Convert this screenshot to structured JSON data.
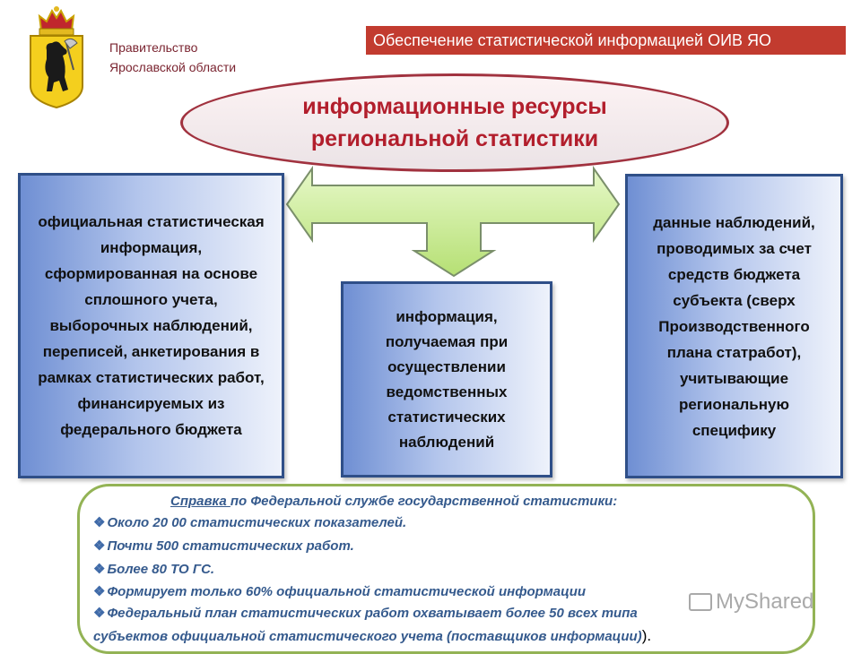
{
  "header": {
    "org_line1": "Правительство",
    "org_line2": "Ярославской области",
    "title": "Обеспечение статистической информацией ОИВ ЯО"
  },
  "center": {
    "line1": "информационные ресурсы",
    "line2": "региональной статистики"
  },
  "boxes": {
    "left": "официальная статистическая информация, сформированная на основе сплошного учета, выборочных наблюдений, переписей, анкетирования в рамках статистических работ, финансируемых из федерального бюджета",
    "middle": "информация, получаемая при осуществлении ведомственных статистических наблюдений",
    "right": "данные наблюдений, проводимых за счет средств бюджета субъекта (сверх Производственного плана статработ), учитывающие региональную специфику"
  },
  "reference": {
    "head_link": "Справка ",
    "head_rest": "по Федеральной службе государственной статистики:",
    "items": [
      "Около 20 00 статистических показателей.",
      "Почти 500 статистических работ.",
      "Более 80 ТО ГС.",
      "Формирует только 60% официальной статистической информации",
      "Федеральный план статистических работ охватывает более 50 всех типа"
    ],
    "last_line": "субъектов официальной статистического учета (поставщиков информации)",
    "last_close": ")."
  },
  "watermark": {
    "text": "MyShared"
  },
  "colors": {
    "title_bar": "#c23b2f",
    "ellipse_border": "#a1323f",
    "ellipse_text": "#b21e2c",
    "box_border": "#2f4f88",
    "arrow_fill": "#c6ec8e",
    "reference_border": "#93b355",
    "reference_text": "#355a8d"
  },
  "icons": {
    "coat_of_arms": "yaroslavl-coat-of-arms",
    "bullet": "diamond-bullet-icon"
  }
}
